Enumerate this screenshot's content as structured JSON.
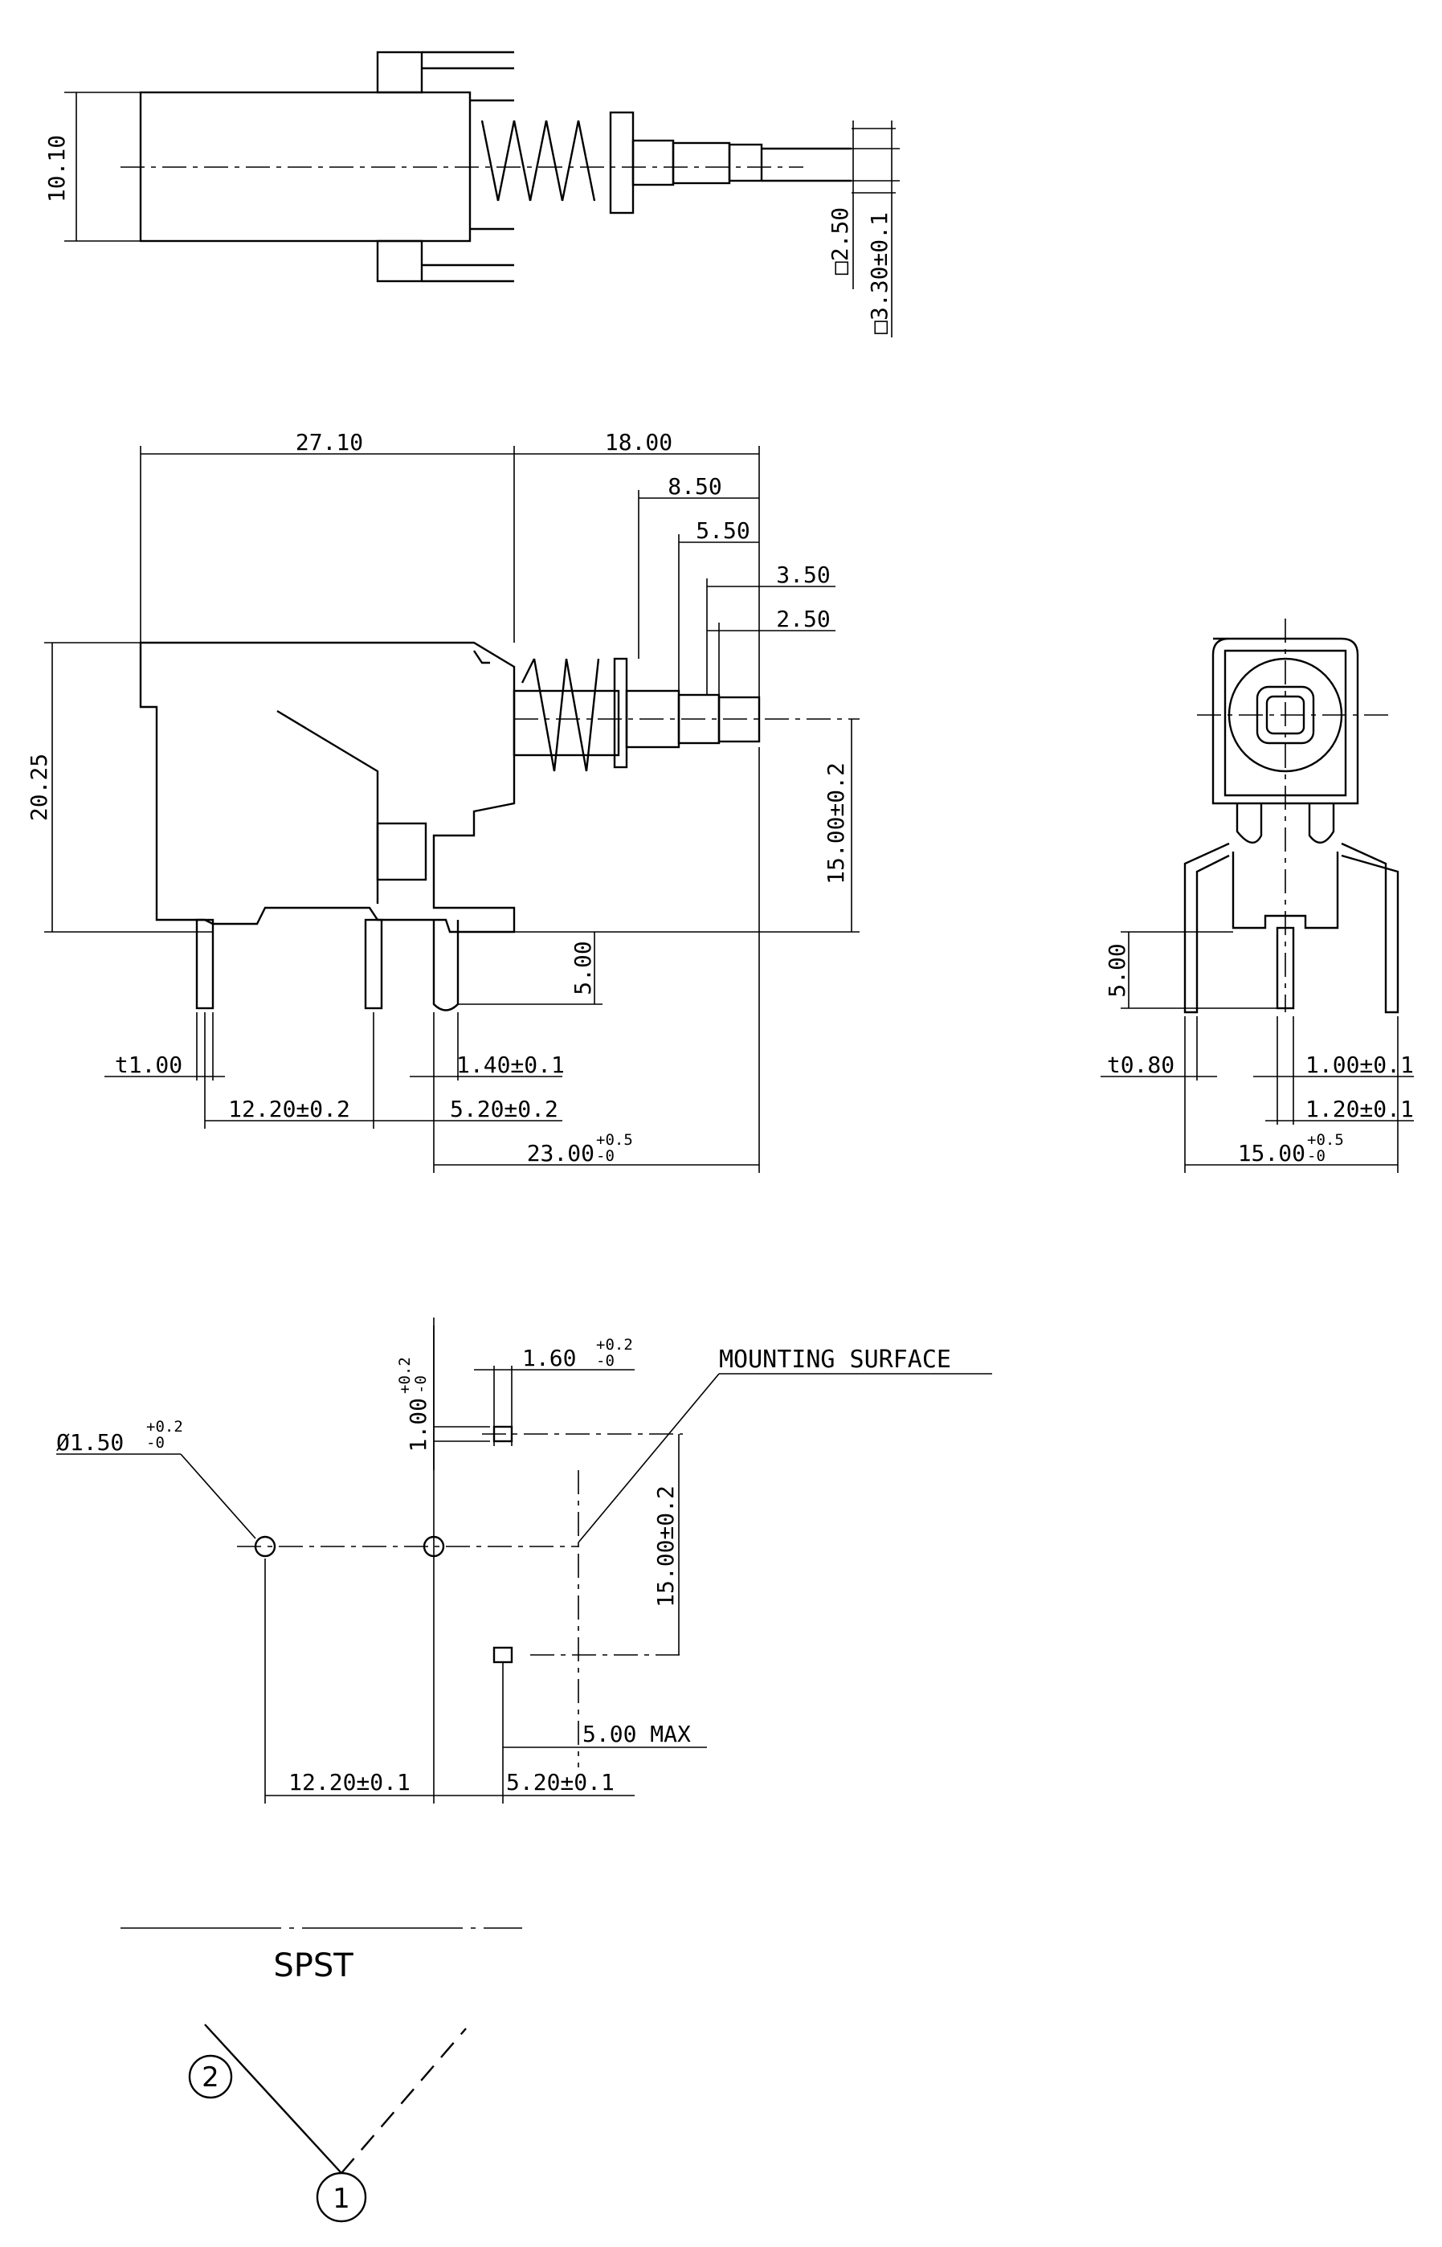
{
  "top_view": {
    "height": "10.10",
    "shaft_square": "□2.50",
    "shaft_square_tol": "□3.30±0.1"
  },
  "side_view": {
    "body_length": "27.10",
    "plunger_length": "18.00",
    "d_8_50": "8.50",
    "d_5_50": "5.50",
    "d_3_50": "3.50",
    "d_2_50": "2.50",
    "height": "20.25",
    "shaft_height": "15.00±0.2",
    "pin_length": "5.00",
    "pin_thickness": "t1.00",
    "pin_width": "1.40±0.1",
    "pin_pitch_a": "12.20±0.2",
    "pin_pitch_b": "5.20±0.2",
    "overall_base": "23.00",
    "overall_tol_hi": "+0.5",
    "overall_tol_lo": "-0"
  },
  "end_view": {
    "pin_length": "5.00",
    "thickness": "t0.80",
    "pin_width_a": "1.00±0.1",
    "pin_width_b": "1.20±0.1",
    "width_base": "15.00",
    "width_tol_hi": "+0.5",
    "width_tol_lo": "-0"
  },
  "pcb_layout": {
    "mounting_surface": "MOUNTING SURFACE",
    "hole_dia_base": "Ø1.50",
    "hole_dia_tol_hi": "+0.2",
    "hole_dia_tol_lo": "-0",
    "slot_w_base": "1.60",
    "slot_w_tol_hi": "+0.2",
    "slot_w_tol_lo": "-0",
    "slot_h_base": "1.00",
    "slot_h_tol_hi": "+0.2",
    "slot_h_tol_lo": "-0",
    "vertical": "15.00±0.2",
    "max_offset": "5.00 MAX",
    "pitch_a": "12.20±0.1",
    "pitch_b": "5.20±0.1"
  },
  "schematic": {
    "title": "SPST",
    "terminal_1": "1",
    "terminal_2": "2"
  }
}
